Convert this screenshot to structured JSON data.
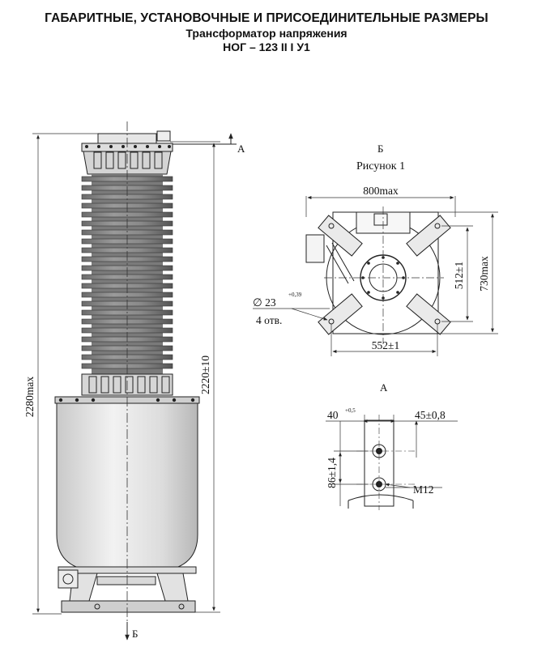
{
  "header": {
    "line1": "ГАБАРИТНЫЕ, УСТАНОВОЧНЫЕ И ПРИСОЕДИНИТЕЛЬНЫЕ РАЗМЕРЫ",
    "line2": "Трансформатор напряжения",
    "line3": "НОГ – 123 II I У1"
  },
  "main_view": {
    "section_a": "А",
    "section_b": "Б",
    "overall_height": "2280max",
    "height_to_terminal": "2220±10"
  },
  "view_b": {
    "label": "Б",
    "caption": "Рисунок 1",
    "width": "800max",
    "depth": "730max",
    "mount_spacing_v": "512±1",
    "mount_spacing_h": "552±1",
    "hole_diameter": "∅ 23",
    "hole_tol": "+0,39",
    "hole_count": "4 отв."
  },
  "view_a": {
    "label": "А",
    "width": "40",
    "width_tol": "+0,5",
    "offset": "45±0,8",
    "pitch": "86±1,4",
    "thread": "M12"
  }
}
